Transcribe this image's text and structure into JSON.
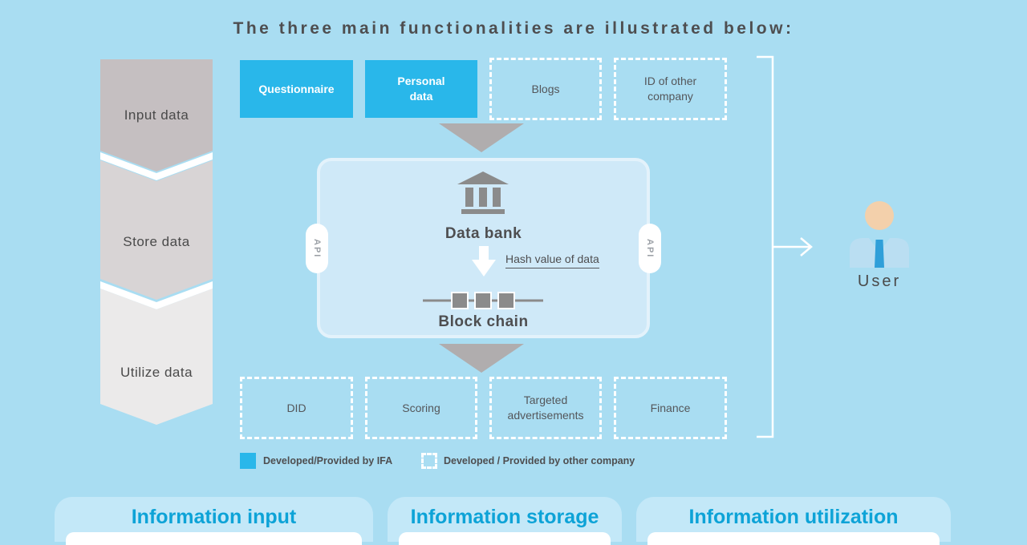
{
  "title": "The three main functionalities are illustrated below:",
  "steps": [
    {
      "label": "Input data"
    },
    {
      "label": "Store data"
    },
    {
      "label": "Utilize data"
    }
  ],
  "input_boxes": [
    {
      "label": "Questionnaire",
      "provider": "ifa"
    },
    {
      "label": "Personal data",
      "provider": "ifa"
    },
    {
      "label": "Blogs",
      "provider": "other"
    },
    {
      "label": "ID of other company",
      "provider": "other"
    }
  ],
  "storage_panel": {
    "data_bank_label": "Data bank",
    "hash_label": "Hash value of data",
    "block_chain_label": "Block chain",
    "api_label": "API"
  },
  "output_boxes": [
    {
      "label": "DID",
      "provider": "other"
    },
    {
      "label": "Scoring",
      "provider": "other"
    },
    {
      "label": "Targeted advertisements",
      "provider": "other"
    },
    {
      "label": "Finance",
      "provider": "other"
    }
  ],
  "user": {
    "label": "User"
  },
  "legend": [
    {
      "label": "Developed/Provided by IFA",
      "provider": "ifa"
    },
    {
      "label": "Developed / Provided by other company",
      "provider": "other"
    }
  ],
  "bottom_cards": [
    {
      "title": "Information input"
    },
    {
      "title": "Information storage"
    },
    {
      "title": "Information utilization"
    }
  ],
  "colors": {
    "background": "#a9ddf2",
    "accent_blue": "#29b7ea",
    "panel_fill": "#cfe9f8",
    "icon_gray": "#8b8b8b",
    "text_dark": "#4e4e50",
    "card_fill": "#c3e8f8",
    "card_title": "#0da3d7",
    "user_skin": "#f3d0ab",
    "user_body": "#badef2",
    "user_tie": "#2f9fd9"
  }
}
